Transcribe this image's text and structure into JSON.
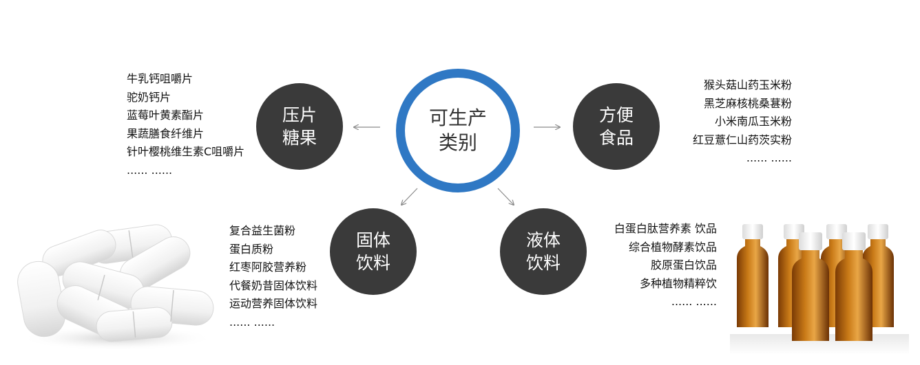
{
  "center": {
    "label": "可生产类别"
  },
  "categories": [
    {
      "id": "tablet",
      "label": "压片糖果",
      "items": [
        "牛乳钙咀嚼片",
        "驼奶钙片",
        "蓝莓叶黄素酯片",
        "果蔬膳食纤维片",
        "针叶樱桃维生素C咀嚼片",
        "...... ......"
      ]
    },
    {
      "id": "instant",
      "label": "方便食品",
      "items": [
        "猴头菇山药玉米粉",
        "黑芝麻核桃桑葚粉",
        "小米南瓜玉米粉",
        "红豆薏仁山药茨实粉",
        "...... ......"
      ]
    },
    {
      "id": "solid",
      "label": "固体饮料",
      "items": [
        "复合益生菌粉",
        "蛋白质粉",
        "红枣阿胶营养粉",
        "代餐奶昔固体饮料",
        "运动营养固体饮料",
        "...... ......"
      ]
    },
    {
      "id": "liquid",
      "label": "液体饮料",
      "items": [
        "白蛋白肽营养素 饮品",
        "综合植物酵素饮品",
        "胶原蛋白饮品",
        "多种植物精粹饮",
        "...... ......"
      ]
    }
  ],
  "colors": {
    "accent": "#2f78c4",
    "node": "#3a3a3a",
    "arrow": "#8a8a8a"
  },
  "images": [
    "white-pills-image",
    "amber-bottles-image"
  ]
}
